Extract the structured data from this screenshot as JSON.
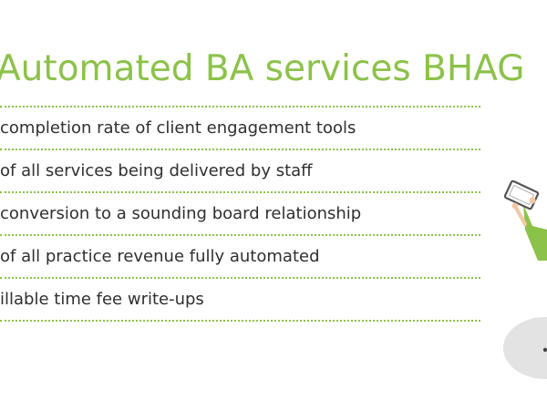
{
  "title": "Automated BA services BHAG",
  "items": [
    {
      "text": "completion rate of client engagement tools"
    },
    {
      "text": "of all services being delivered by staff"
    },
    {
      "text": "conversion to a sounding board relationship"
    },
    {
      "text": "of all practice revenue fully automated"
    },
    {
      "text": "illable time fee write-ups"
    }
  ],
  "illustration": {
    "icon": "person-with-tablet-icon",
    "accent_color": "#8cc24a",
    "device_color": "#555555",
    "skin_color": "#f2c7a5",
    "shadow_color": "#e3e3e3"
  }
}
